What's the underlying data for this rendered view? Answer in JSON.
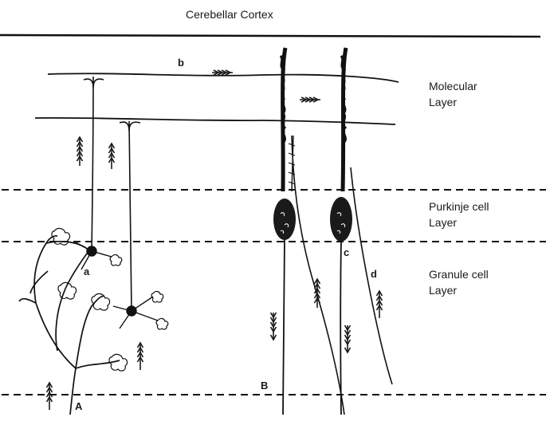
{
  "title": "Cerebellar Cortex",
  "layers": {
    "molecular": [
      "Molecular",
      "Layer"
    ],
    "purkinje": [
      "Purkinje cell",
      "Layer"
    ],
    "granule": [
      "Granule cell",
      "Layer"
    ]
  },
  "letters": {
    "a": "a",
    "b": "b",
    "c": "c",
    "d": "d",
    "A": "A",
    "B": "B"
  }
}
